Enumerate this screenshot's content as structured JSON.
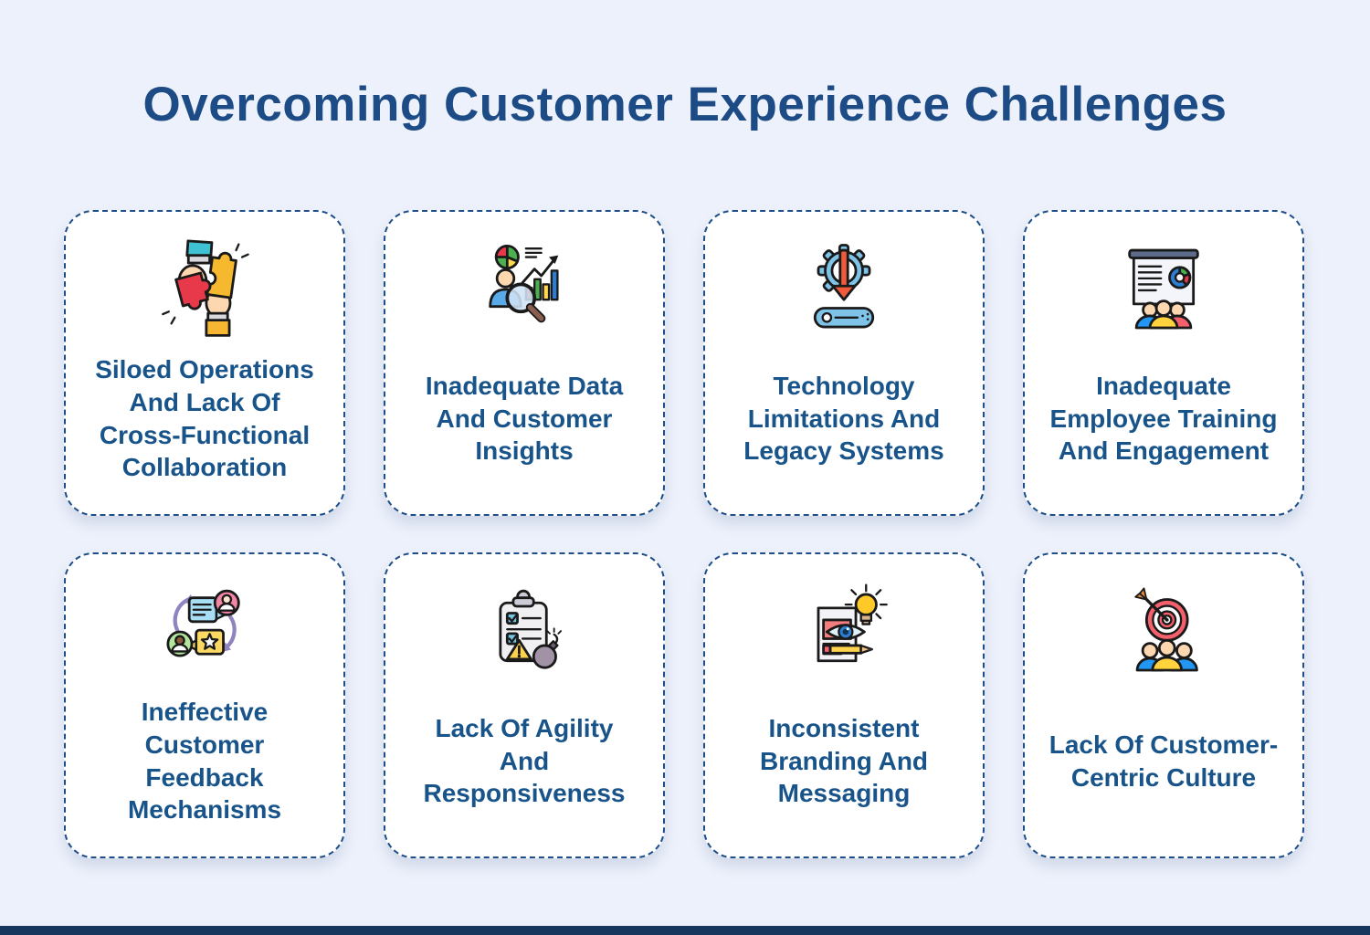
{
  "page": {
    "title": "Overcoming Customer Experience Challenges",
    "background_color": "#edf1fb",
    "title_color": "#1c4b85",
    "card_text_color": "#18548a",
    "card_border_color": "#1d4e89",
    "footer_bar_color": "#16365e"
  },
  "cards": [
    {
      "icon": "puzzle-collaboration-icon",
      "label": "Siloed Operations\nAnd Lack Of\nCross-Functional\nCollaboration"
    },
    {
      "icon": "data-insights-icon",
      "label": "Inadequate Data\nAnd Customer\nInsights"
    },
    {
      "icon": "gear-download-server-icon",
      "label": "Technology\nLimitations And\nLegacy Systems"
    },
    {
      "icon": "presentation-training-icon",
      "label": "Inadequate\nEmployee Training\nAnd Engagement"
    },
    {
      "icon": "feedback-exchange-icon",
      "label": "Ineffective\nCustomer\nFeedback\nMechanisms"
    },
    {
      "icon": "checklist-bomb-icon",
      "label": "Lack Of Agility\nAnd\nResponsiveness"
    },
    {
      "icon": "branding-message-icon",
      "label": "Inconsistent\nBranding And\nMessaging"
    },
    {
      "icon": "target-customers-icon",
      "label": "Lack Of Customer-\nCentric Culture"
    }
  ]
}
